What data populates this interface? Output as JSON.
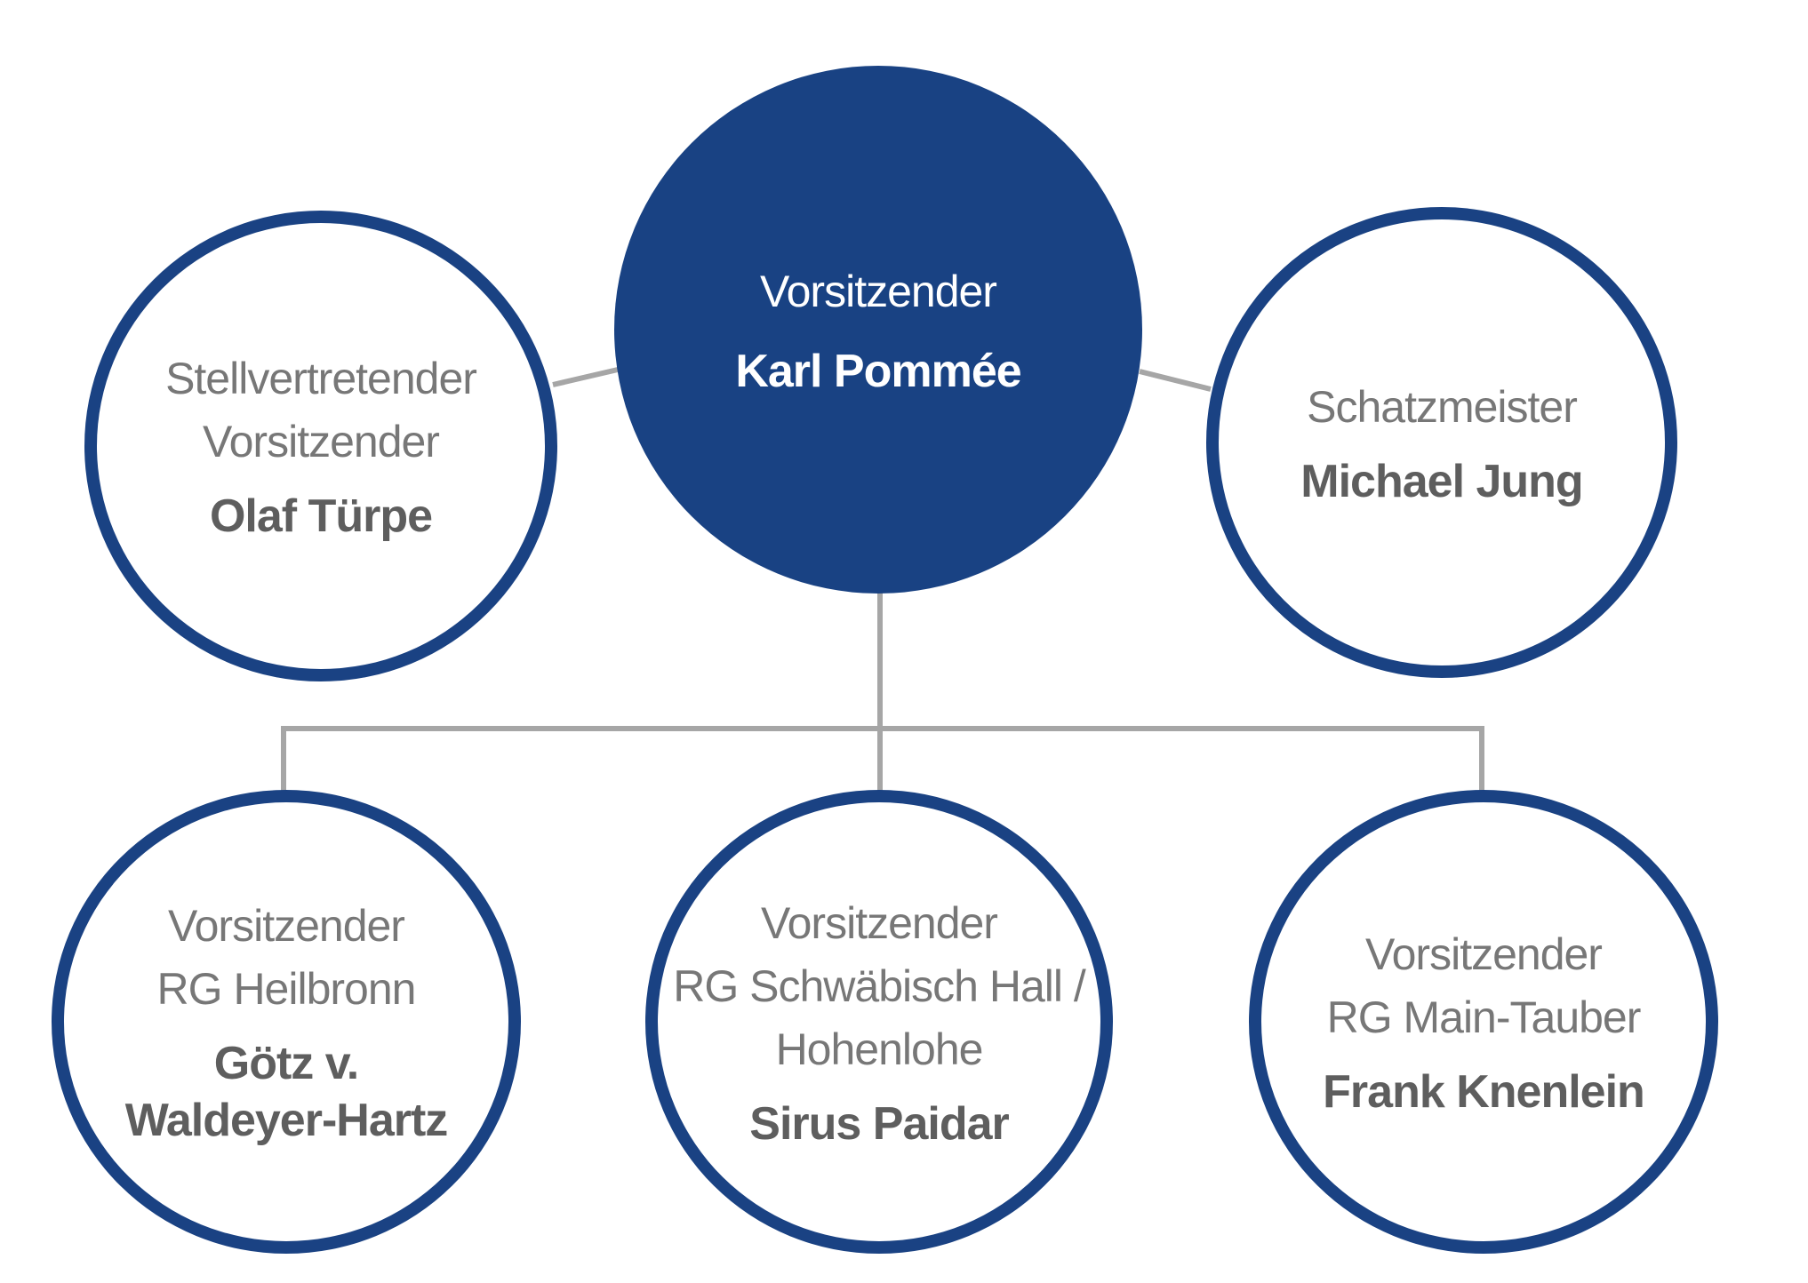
{
  "center": {
    "role": "Vorsitzender",
    "name": "Karl Pommée"
  },
  "deputy": {
    "role_lines": [
      "Stellvertretender",
      "Vorsitzender"
    ],
    "name": "Olaf Türpe"
  },
  "treasurer": {
    "role": "Schatzmeister",
    "name": "Michael Jung"
  },
  "heilbronn": {
    "role_lines": [
      "Vorsitzender",
      "RG Heilbronn"
    ],
    "name_lines": [
      "Götz v.",
      "Waldeyer-Hartz"
    ]
  },
  "hall": {
    "role_lines": [
      "Vorsitzender",
      "RG Schwäbisch Hall /",
      "Hohenlohe"
    ],
    "name": "Sirus Paidar"
  },
  "tauber": {
    "role_lines": [
      "Vorsitzender",
      "RG Main-Tauber"
    ],
    "name": "Frank Knenlein"
  },
  "colors": {
    "primary_blue": "#1a4283",
    "connector_gray": "#a6a6a6",
    "text_gray": "#5e5e5e",
    "background": "#ffffff"
  }
}
